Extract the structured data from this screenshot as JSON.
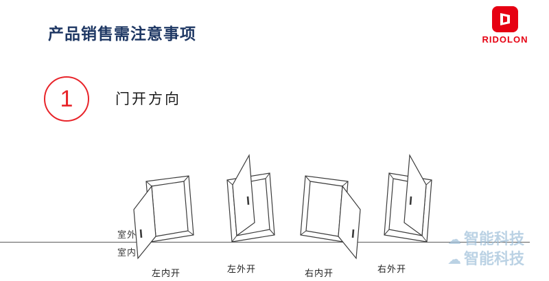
{
  "slide_title": "产品销售需注意事项",
  "logo": {
    "brand": "RIDOLON"
  },
  "section": {
    "number": "1",
    "title": "门开方向"
  },
  "environment": {
    "outside_label": "室外",
    "inside_label": "室内"
  },
  "doors": [
    {
      "label": "左内开",
      "hinge": "left",
      "direction": "inward"
    },
    {
      "label": "左外开",
      "hinge": "left",
      "direction": "outward"
    },
    {
      "label": "右内开",
      "hinge": "right",
      "direction": "inward"
    },
    {
      "label": "右外开",
      "hinge": "right",
      "direction": "outward"
    }
  ],
  "watermark": {
    "text": "智能科技"
  },
  "colors": {
    "brand_red": "#E60012",
    "title_navy": "#1F3864",
    "line_gray": "#5A5A5A",
    "watermark_blue": "#9FC0DA"
  }
}
